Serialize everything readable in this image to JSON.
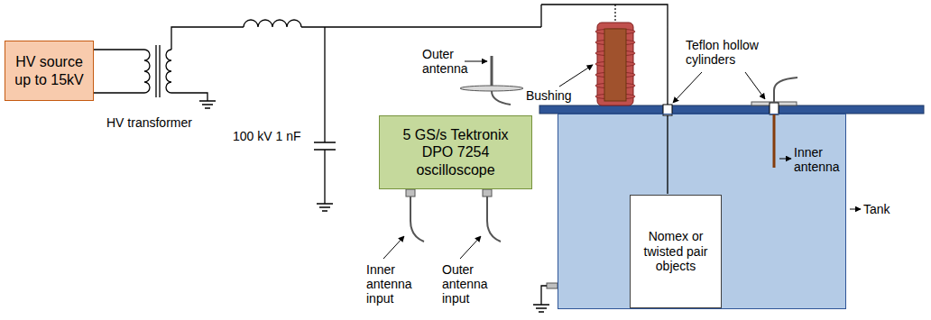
{
  "diagram": {
    "nodes": [
      {
        "text": [
          "HV source up to 15kV"
        ]
      },
      {
        "text": [
          "5 GS/s Tektronix DPO 7254 oscilloscope"
        ]
      },
      {
        "text": [
          "Tank"
        ]
      },
      {
        "text": [
          "Nomex or twisted pair objects"
        ],
        "in": 2
      }
    ],
    "labels": [
      "HV transformer",
      "100 kV 1 nF",
      "Outer antenna",
      "Bushing",
      "Teflon hollow cylinders",
      "Inner antenna",
      "Inner antenna input",
      "Outer antenna input"
    ]
  }
}
